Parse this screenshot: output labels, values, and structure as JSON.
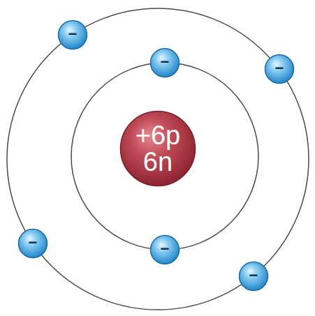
{
  "diagram": {
    "nodes": [
      {
        "text": [
          "−"
        ]
      },
      {
        "text": [
          "−"
        ]
      },
      {
        "text": [
          "−"
        ]
      },
      {
        "text": [
          "+6p",
          "6n"
        ]
      },
      {
        "text": [
          "−"
        ]
      },
      {
        "text": [
          "−"
        ]
      },
      {
        "text": [
          "−"
        ]
      }
    ]
  }
}
